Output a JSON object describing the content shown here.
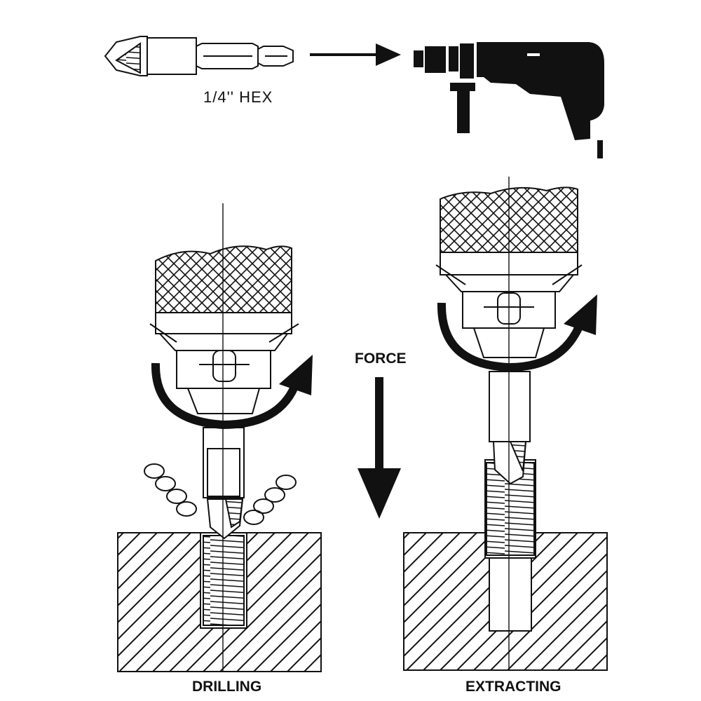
{
  "labels": {
    "hex_size": "1/4'' HEX",
    "force": "FORCE",
    "drilling": "DRILLING",
    "extracting": "EXTRACTING"
  },
  "colors": {
    "ink": "#111111",
    "background": "#ffffff"
  },
  "icons": [
    "drill-bit-icon",
    "power-drill-icon",
    "arrow-right-icon",
    "arrow-down-icon",
    "rotation-arrow-icon"
  ]
}
